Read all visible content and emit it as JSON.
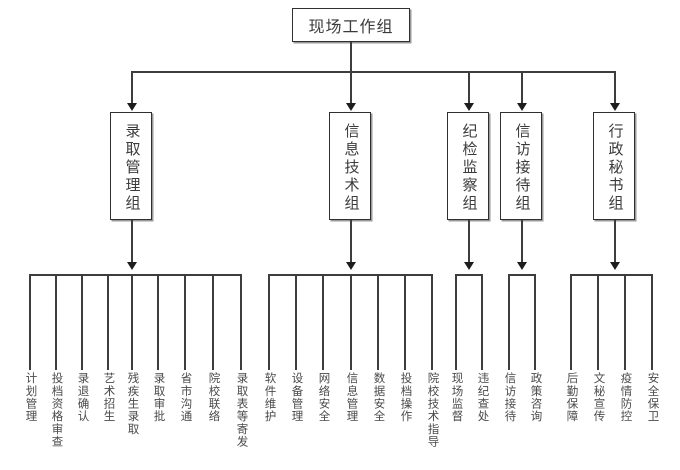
{
  "diagram": {
    "title_text": "现场工作组",
    "type": "organizational-chart",
    "orientation": "top-down",
    "line_color": "#3d3d3d",
    "box_border_color": "#2f2f2f",
    "text_color": "#3b3b3b",
    "background": "#ffffff"
  },
  "root": {
    "label": "现场工作组"
  },
  "departments": [
    {
      "label": "录取管理组",
      "leaves": [
        "计划管理",
        "投档资格审查",
        "录退确认",
        "艺术招生",
        "残疾生录取",
        "录取审批",
        "省市沟通",
        "院校联络",
        "录取表等寄发"
      ]
    },
    {
      "label": "信息技术组",
      "leaves": [
        "软件维护",
        "设备管理",
        "网络安全",
        "信息管理",
        "数据安全",
        "投档操作",
        "院校技术指导"
      ]
    },
    {
      "label": "纪检监察组",
      "leaves": [
        "现场监督",
        "违纪查处"
      ]
    },
    {
      "label": "信访接待组",
      "leaves": [
        "信访接待",
        "政策咨询"
      ]
    },
    {
      "label": "行政秘书组",
      "leaves": [
        "后勤保障",
        "文秘宣传",
        "疫情防控",
        "安全保卫"
      ]
    }
  ]
}
